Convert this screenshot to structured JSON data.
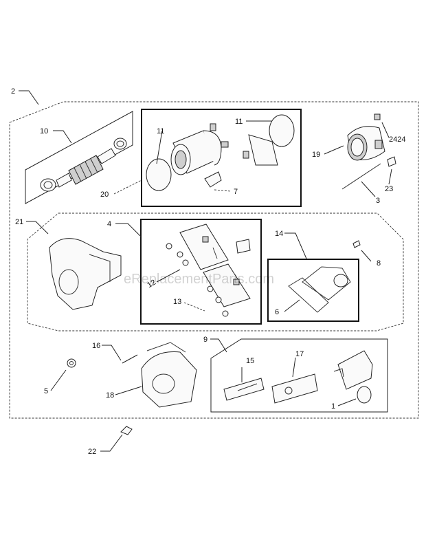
{
  "watermark": "eReplacementParts.com",
  "callouts": {
    "c2": "2",
    "c10": "10",
    "c11a": "11",
    "c11b": "11",
    "c20": "20",
    "c7": "7",
    "c19": "19",
    "c24": "2424",
    "c23": "23",
    "c3": "3",
    "c21": "21",
    "c4": "4",
    "c12": "12",
    "c13": "13",
    "c14": "14",
    "c8": "8",
    "c6": "6",
    "c9": "9",
    "c16": "16",
    "c5": "5",
    "c18": "18",
    "c15": "15",
    "c17": "17",
    "c1": "1",
    "c22": "22"
  }
}
